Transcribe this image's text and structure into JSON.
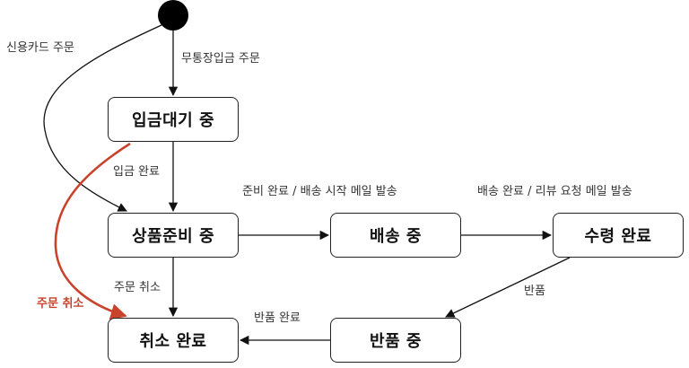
{
  "colors": {
    "line": "#111111",
    "highlight": "#c8432b",
    "start_node": "#000000"
  },
  "states": {
    "waiting_payment": "입금대기 중",
    "preparing": "상품준비 중",
    "shipping": "배송 중",
    "received": "수령 완료",
    "cancelled": "취소 완료",
    "returning": "반품 중"
  },
  "transitions": {
    "credit_card_order": "신용카드 주문",
    "bank_transfer_order": "무통장입금 주문",
    "payment_done": "입금 완료",
    "prep_done": "준비 완료 / 배송 시작 메일 발송",
    "delivery_done": "배송 완료 / 리뷰 요청 메일 발송",
    "order_cancel": "주문 취소",
    "order_cancel_highlight": "주문 취소",
    "return": "반품",
    "return_done": "반품 완료"
  }
}
